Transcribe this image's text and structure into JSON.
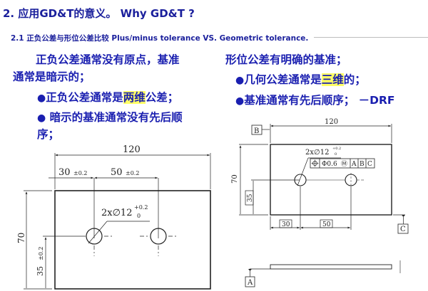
{
  "slide": {
    "title": "2. 应用GD&T的意义。 Why GD&T ?",
    "subtitle": "2.1 正负公差与形位公差比较  Plus/minus tolerance VS. Geometric tolerance.",
    "accent_color": "#1a1fb0",
    "highlight_color": "#ffff66"
  },
  "left": {
    "intro_line1": "正负公差通常没有原点，基准",
    "intro_line2": "通常是暗示的；",
    "bullets": [
      {
        "before": "正负公差通常是",
        "highlight": "两维",
        "after": "公差；"
      },
      {
        "line1": " 暗示的基准通常没有先后顺",
        "line2": "序；"
      }
    ],
    "bullet_glyph": "●",
    "drawing": {
      "overall_width": "120",
      "dim1": "30 ±0.2",
      "dim1_value": "30",
      "dim1_tol": "±0.2",
      "dim2_value": "50",
      "dim2_tol": "±0.2",
      "height": "70",
      "hole_y_value": "35",
      "hole_y_tol": "±0.2",
      "hole_callout": "2x∅12",
      "hole_tol_upper": "+0.2",
      "hole_tol_lower": "0"
    }
  },
  "right": {
    "intro": "形位公差有明确的基准；",
    "bullets": [
      {
        "before": "几何公差通常是",
        "highlight": "三维",
        "after": "的；"
      },
      {
        "text": "基准通常有先后顺序；  －DRF"
      }
    ],
    "bullet_glyph": "●",
    "drawing": {
      "overall_width": "120",
      "height": "70",
      "basic_x1": "30",
      "basic_x2": "50",
      "basic_y": "35",
      "hole_callout": "2x∅12",
      "hole_tol_upper": "+0.2",
      "hole_tol_lower": "0",
      "fcf": {
        "symbol": "⌖",
        "tolerance": "Φ0.6",
        "modifier": "Ⓜ",
        "datums": [
          "A",
          "B",
          "C"
        ]
      },
      "datum_labels": {
        "a": "A",
        "b": "B",
        "c": "C"
      }
    }
  }
}
